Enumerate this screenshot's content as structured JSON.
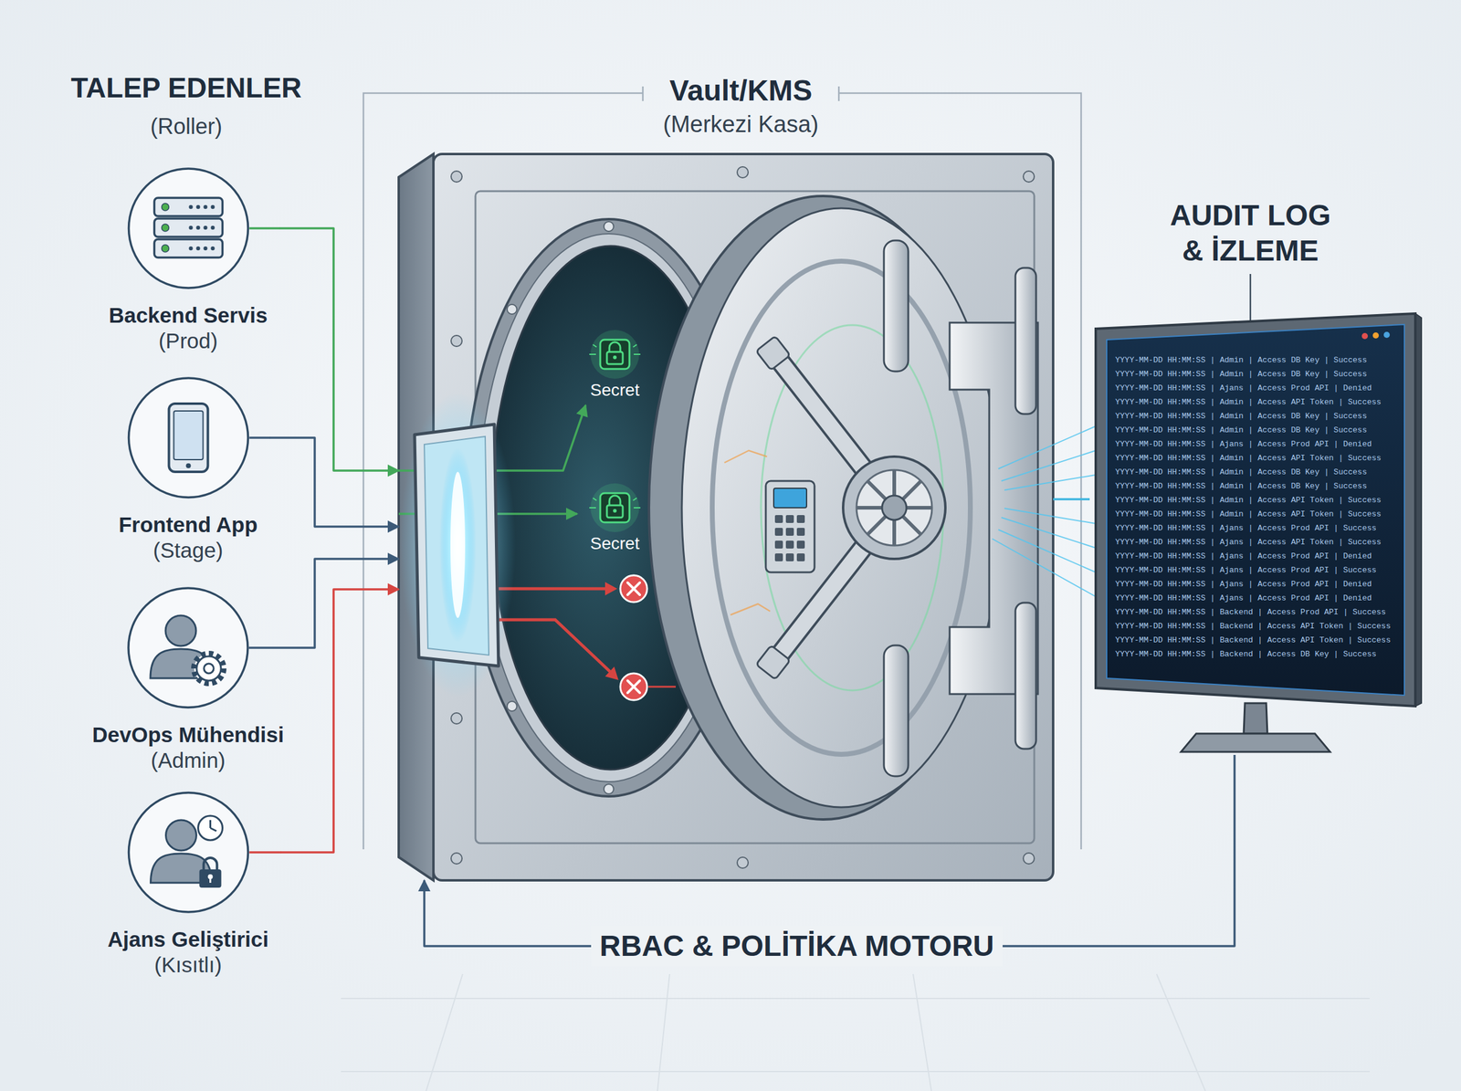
{
  "diagram": {
    "nodes": [
      {
        "text": [
          "Backend Servis",
          "(Prod)"
        ]
      },
      {
        "text": [
          "Frontend App",
          "(Stage)"
        ]
      },
      {
        "text": [
          "DevOps Mühendisi",
          "(Admin)"
        ]
      },
      {
        "text": [
          "Ajans Geliştirici",
          "(Kısıtlı)"
        ]
      },
      {
        "text": [
          "Vault/KMS",
          "(Merkezi Kasa)"
        ]
      },
      {
        "text": [
          "Secret"
        ],
        "in": 4
      },
      {
        "text": [
          "Secret"
        ],
        "in": 4
      },
      {
        "text": [
          "AUDIT LOG & İZLEME",
          "YYYY-MM-DD HH:MM:SS | Admin | Access DB Key | Success",
          "YYYY-MM-DD HH:MM:SS | Admin | Access DB Key | Success",
          "YYYY-MM-DD HH:MM:SS | Ajans | Access Prod API | Denied",
          "YYYY-MM-DD HH:MM:SS | Admin | Access API Token | Success",
          "YYYY-MM-DD HH:MM:SS | Admin | Access DB Key | Success",
          "YYYY-MM-DD HH:MM:SS | Admin | Access DB Key | Success",
          "YYYY-MM-DD HH:MM:SS | Ajans | Access Prod API | Denied",
          "YYYY-MM-DD HH:MM:SS | Admin | Access API Token | Success",
          "YYYY-MM-DD HH:MM:SS | Admin | Access DB Key | Success",
          "YYYY-MM-DD HH:MM:SS | Admin | Access DB Key | Success",
          "YYYY-MM-DD HH:MM:SS | Admin | Access API Token | Success",
          "YYYY-MM-DD HH:MM:SS | Admin | Access API Token | Success",
          "YYYY-MM-DD HH:MM:SS | Ajans | Access Prod API | Success",
          "YYYY-MM-DD HH:MM:SS | Ajans | Access API Token | Success",
          "YYYY-MM-DD HH:MM:SS | Ajans | Access Prod API | Denied",
          "YYYY-MM-DD HH:MM:SS | Ajans | Access Prod API | Success",
          "YYYY-MM-DD HH:MM:SS | Ajans | Access Prod API | Denied",
          "YYYY-MM-DD HH:MM:SS | Ajans | Access Prod API | Denied",
          "YYYY-MM-DD HH:MM:SS | Backend | Access Prod API | Success",
          "YYYY-MM-DD HH:MM:SS | Backend | Access API Token | Success",
          "YYYY-MM-DD HH:MM:SS | Backend | Access API Token | Success",
          "YYYY-MM-DD HH:MM:SS | Backend | Access DB Key | Success"
        ]
      },
      {
        "text": [
          "RBAC & POLİTİKA MOTORU"
        ]
      }
    ],
    "edges": [
      {
        "from": 0,
        "to": 4,
        "arrow": "to"
      },
      {
        "from": 1,
        "to": 4,
        "arrow": "to"
      },
      {
        "from": 2,
        "to": 4,
        "arrow": "to"
      },
      {
        "from": 3,
        "to": 4,
        "arrow": "to"
      },
      {
        "from": 4,
        "to": 5,
        "arrow": "to"
      },
      {
        "from": 4,
        "to": 6,
        "arrow": "to"
      },
      {
        "from": 4,
        "to": 7,
        "arrow": "none"
      },
      {
        "from": 8,
        "to": 4,
        "arrow": "to"
      },
      {
        "from": 8,
        "to": 7,
        "arrow": "none"
      }
    ],
    "labels": [
      "TALEP EDENLER",
      "(Roller)"
    ]
  }
}
